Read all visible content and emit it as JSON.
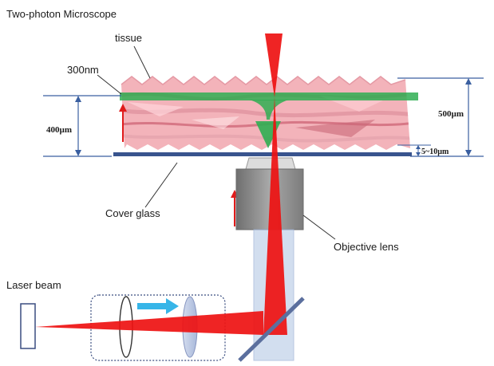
{
  "title": "Two-photon Microscope",
  "labels": {
    "tissue": "tissue",
    "depth_300nm": "300nm",
    "depth_400": "400µm",
    "thickness_500": "500µm",
    "gap_5_10": "5~10µm",
    "cover_glass": "Cover glass",
    "objective_lens": "Objective lens",
    "laser_beam": "Laser beam"
  },
  "colors": {
    "tissue_fill": "#f2aab2",
    "tissue_stripe": "#d97f8d",
    "laser_red": "#ee1111",
    "green_focus": "#2fae52",
    "dimension_blue": "#3a5fa0",
    "cover_glass": "#39548e",
    "objective_gray": "#8a8a8a",
    "tube_blue": "#c4d3ea",
    "arrow_cyan": "#37b5e8",
    "arrow_red": "#e01b1b"
  }
}
